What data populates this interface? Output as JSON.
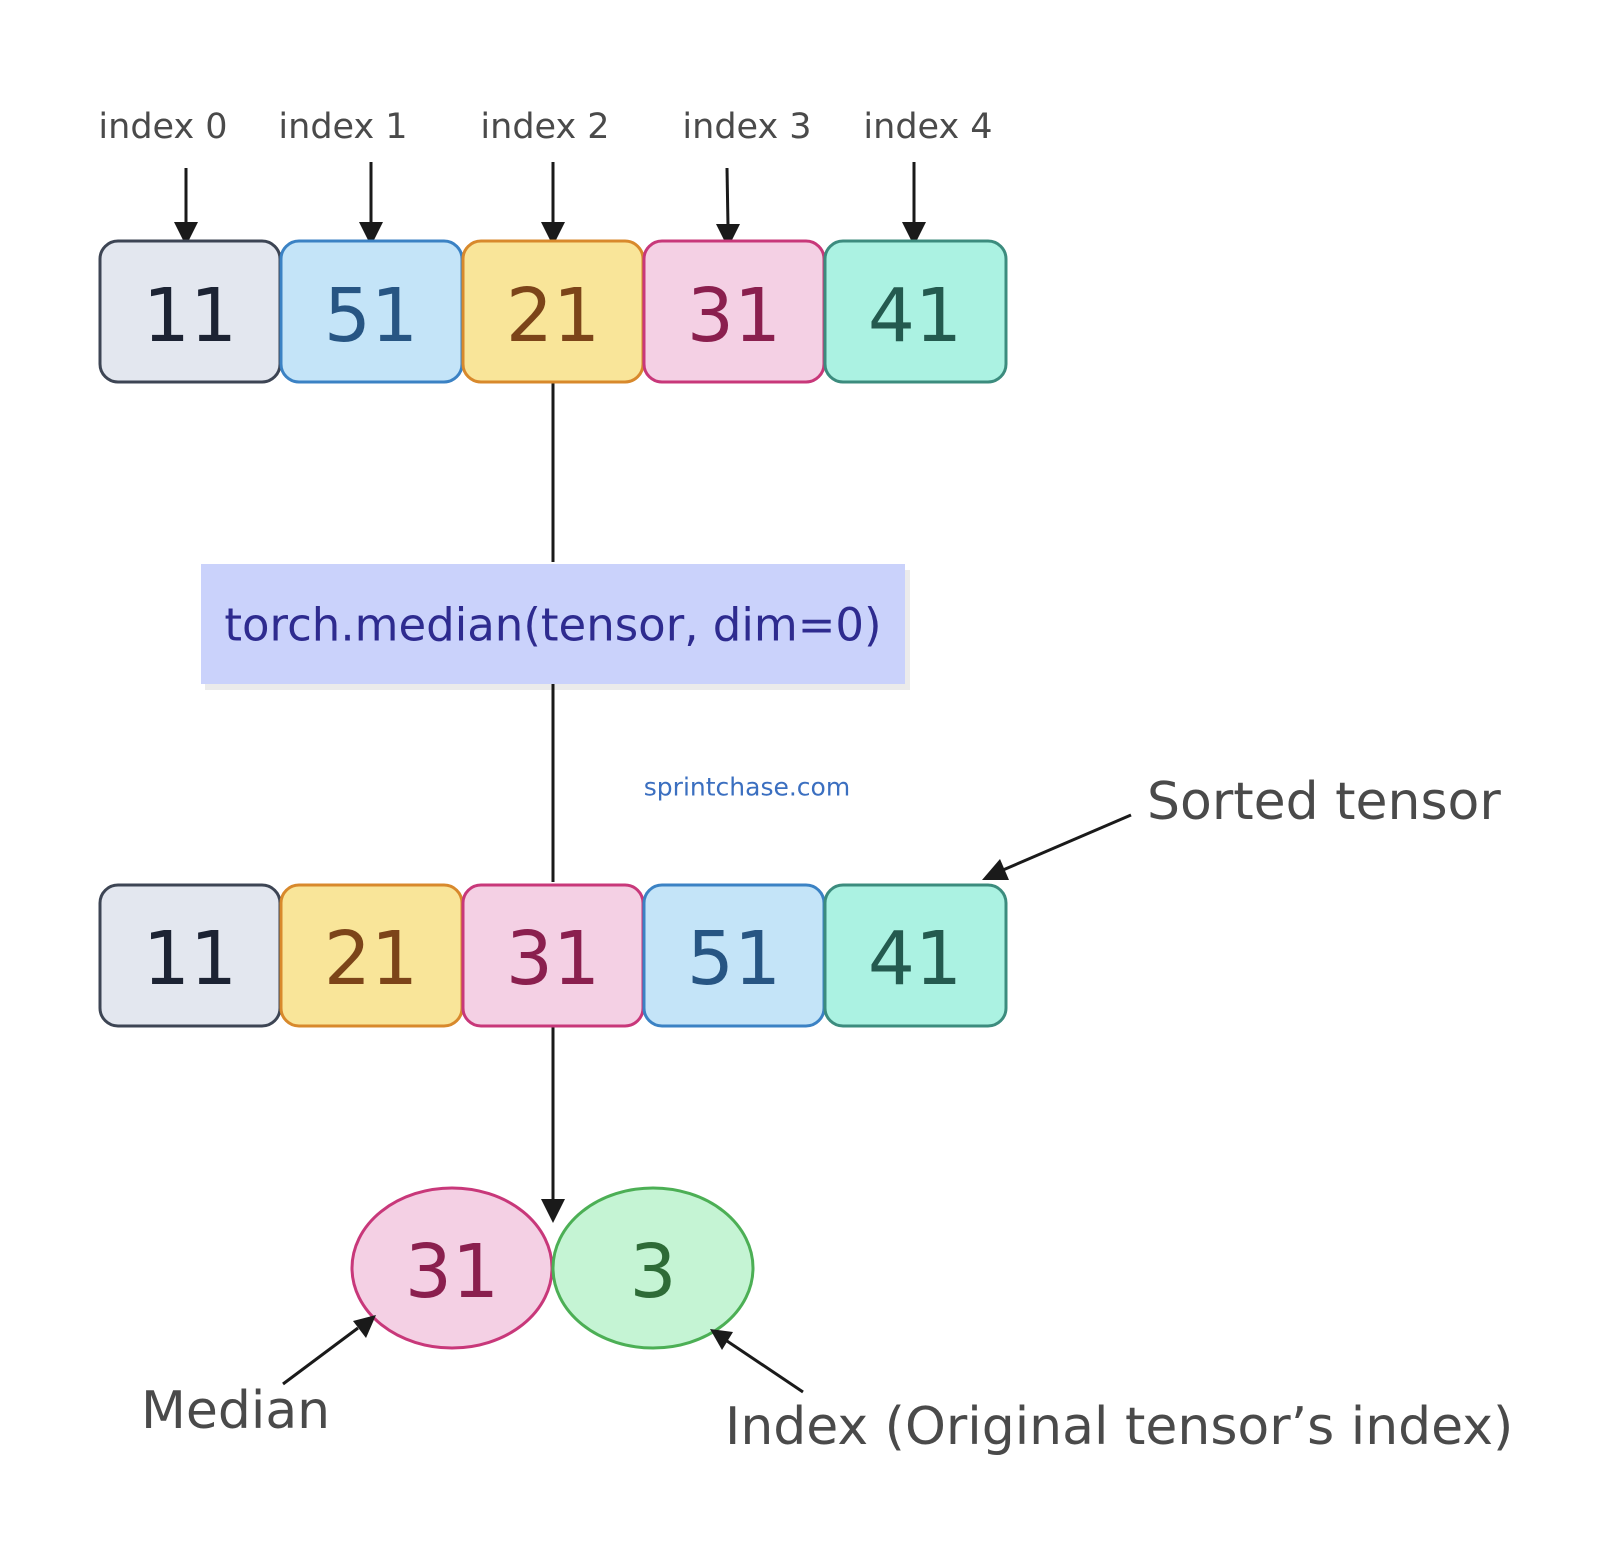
{
  "index_labels": [
    "index 0",
    "index 1",
    "index 2",
    "index 3",
    "index 4"
  ],
  "original_tensor": [
    {
      "value": "11",
      "fill": "#e3e7ef",
      "stroke": "#3d4554",
      "text": "#1c2333"
    },
    {
      "value": "51",
      "fill": "#c4e4f8",
      "stroke": "#3b82c4",
      "text": "#275583"
    },
    {
      "value": "21",
      "fill": "#f9e599",
      "stroke": "#d8892c",
      "text": "#7c4419"
    },
    {
      "value": "31",
      "fill": "#f4d0e4",
      "stroke": "#c8387a",
      "text": "#8a1f4e"
    },
    {
      "value": "41",
      "fill": "#abf2e2",
      "stroke": "#3c8c7e",
      "text": "#245a4f"
    }
  ],
  "function_call": "torch.median(tensor, dim=0)",
  "function_box_color": "#cad2fb",
  "watermark": "sprintchase.com",
  "sorted_tensor": [
    {
      "value": "11",
      "fill": "#e3e7ef",
      "stroke": "#3d4554",
      "text": "#1c2333"
    },
    {
      "value": "21",
      "fill": "#f9e599",
      "stroke": "#d8892c",
      "text": "#7c4419"
    },
    {
      "value": "31",
      "fill": "#f4d0e4",
      "stroke": "#c8387a",
      "text": "#8a1f4e"
    },
    {
      "value": "51",
      "fill": "#c4e4f8",
      "stroke": "#3b82c4",
      "text": "#275583"
    },
    {
      "value": "41",
      "fill": "#abf2e2",
      "stroke": "#3c8c7e",
      "text": "#245a4f"
    }
  ],
  "sorted_label": "Sorted tensor",
  "result": {
    "median": {
      "value": "31",
      "fill": "#f4d0e4",
      "stroke": "#c8387a",
      "text": "#8a1f4e"
    },
    "index": {
      "value": "3",
      "fill": "#c5f4d4",
      "stroke": "#4caf55",
      "text": "#2e6b37"
    }
  },
  "median_label": "Median",
  "index_label": "Index (Original tensor’s index)"
}
